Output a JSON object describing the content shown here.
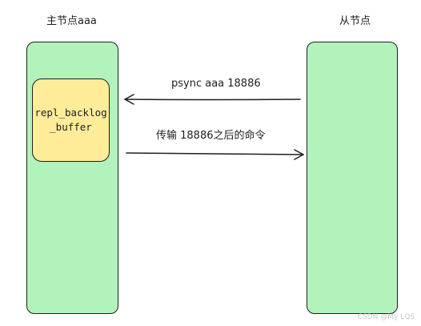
{
  "master": {
    "title": "主节点aaa",
    "buffer_line1": "repl_backlog",
    "buffer_line2": "_buffer"
  },
  "slave": {
    "title": "从节点"
  },
  "arrows": {
    "request_label": "psync aaa 18886",
    "response_label": "传输 18886之后的命令"
  },
  "watermark": "CSDN @My LQS",
  "colors": {
    "node_fill": "#b2f2bb",
    "buffer_fill": "#ffec99",
    "stroke": "#1e1e1e"
  }
}
